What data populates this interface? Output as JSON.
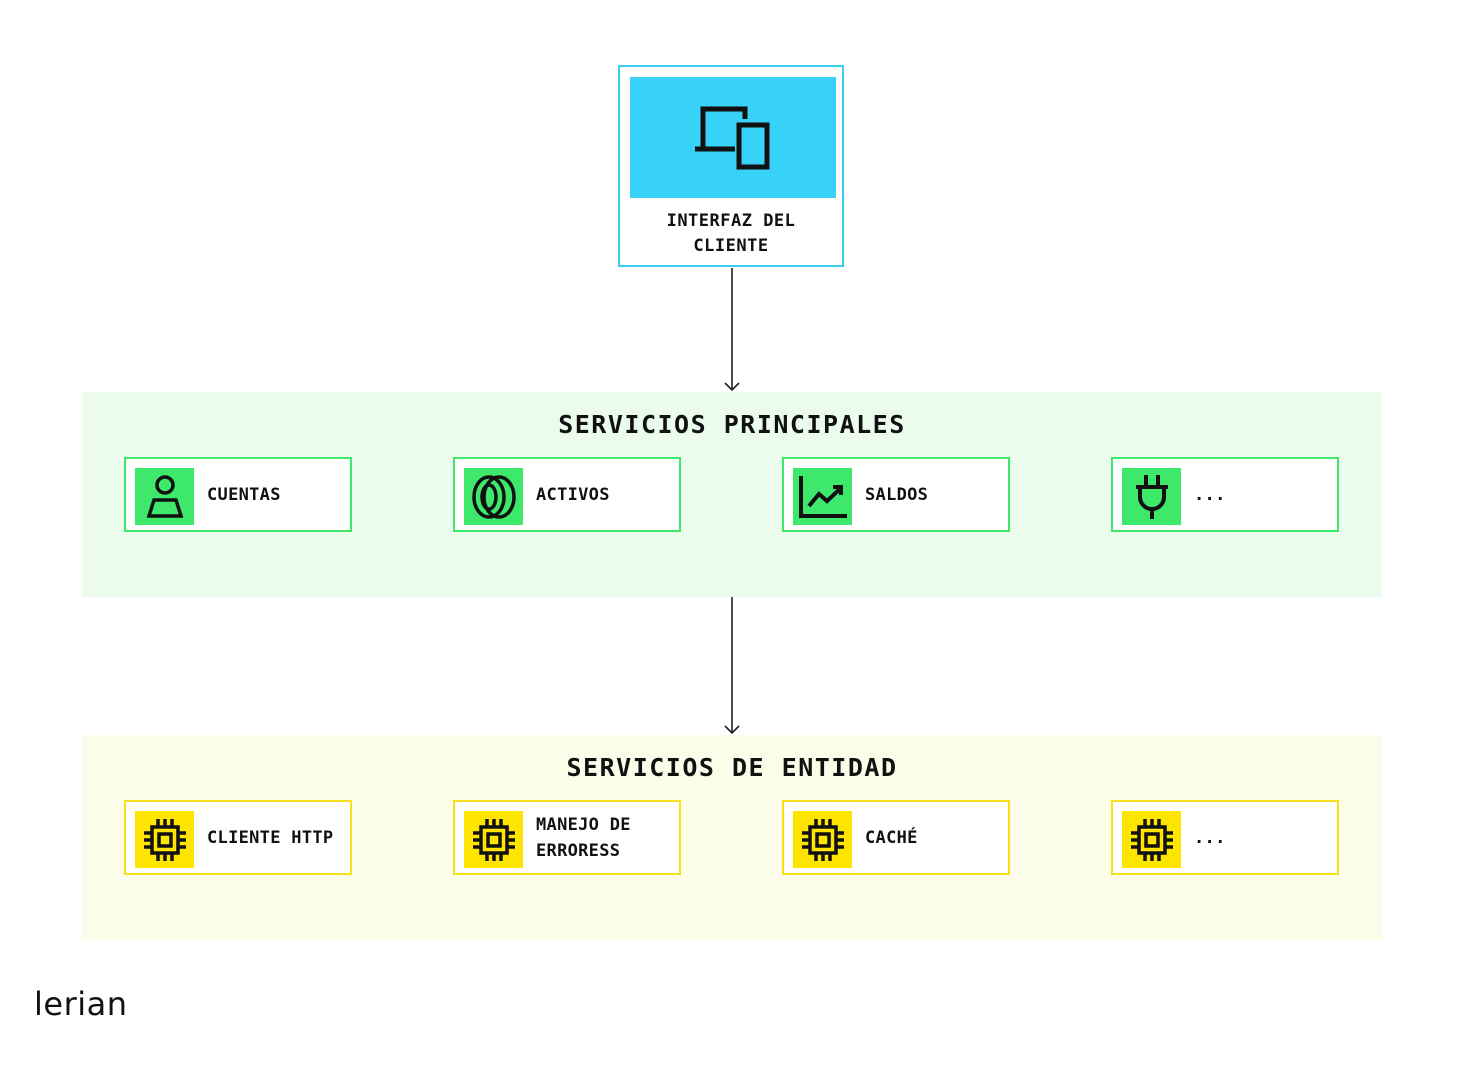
{
  "client": {
    "label": "INTERFAZ DEL CLIENTE",
    "icon": "devices-icon",
    "color": "#38d1f8"
  },
  "main_services": {
    "title": "SERVICIOS PRINCIPALES",
    "background": "#ebfbec",
    "accent": "#3ee86b",
    "items": [
      {
        "label": "CUENTAS",
        "icon": "user-icon"
      },
      {
        "label": "ACTIVOS",
        "icon": "coins-icon"
      },
      {
        "label": "SALDOS",
        "icon": "chart-line-icon"
      },
      {
        "label": "...",
        "icon": "plug-icon"
      }
    ]
  },
  "entity_services": {
    "title": "SERVICIOS DE ENTIDAD",
    "background": "#fbfde8",
    "accent": "#fde500",
    "items": [
      {
        "label": "CLIENTE HTTP",
        "icon": "chip-icon"
      },
      {
        "label": "MANEJO DE ERRORESS",
        "icon": "chip-icon"
      },
      {
        "label": "CACHÉ",
        "icon": "chip-icon"
      },
      {
        "label": "...",
        "icon": "chip-icon"
      }
    ]
  },
  "logo": {
    "text": "lerian"
  }
}
